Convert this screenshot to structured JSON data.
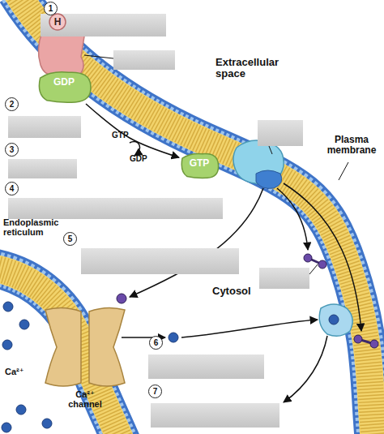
{
  "diagram": {
    "nodes": [
      {
        "text": [
          "H"
        ]
      },
      {
        "text": [
          "GDP"
        ]
      },
      {
        "text": [
          "GTP"
        ]
      },
      {
        "text": [
          "Ca²⁺ channel"
        ]
      }
    ],
    "edges": [
      {
        "from": 1,
        "to": 2,
        "arrow": "to"
      }
    ],
    "labels": [
      "1",
      "2",
      "3",
      "4",
      "5",
      "6",
      "7",
      "Extracellular space",
      "Plasma membrane",
      "Endoplasmic reticulum",
      "Cytosol",
      "GTP",
      "GDP",
      "Ca²⁺"
    ]
  }
}
